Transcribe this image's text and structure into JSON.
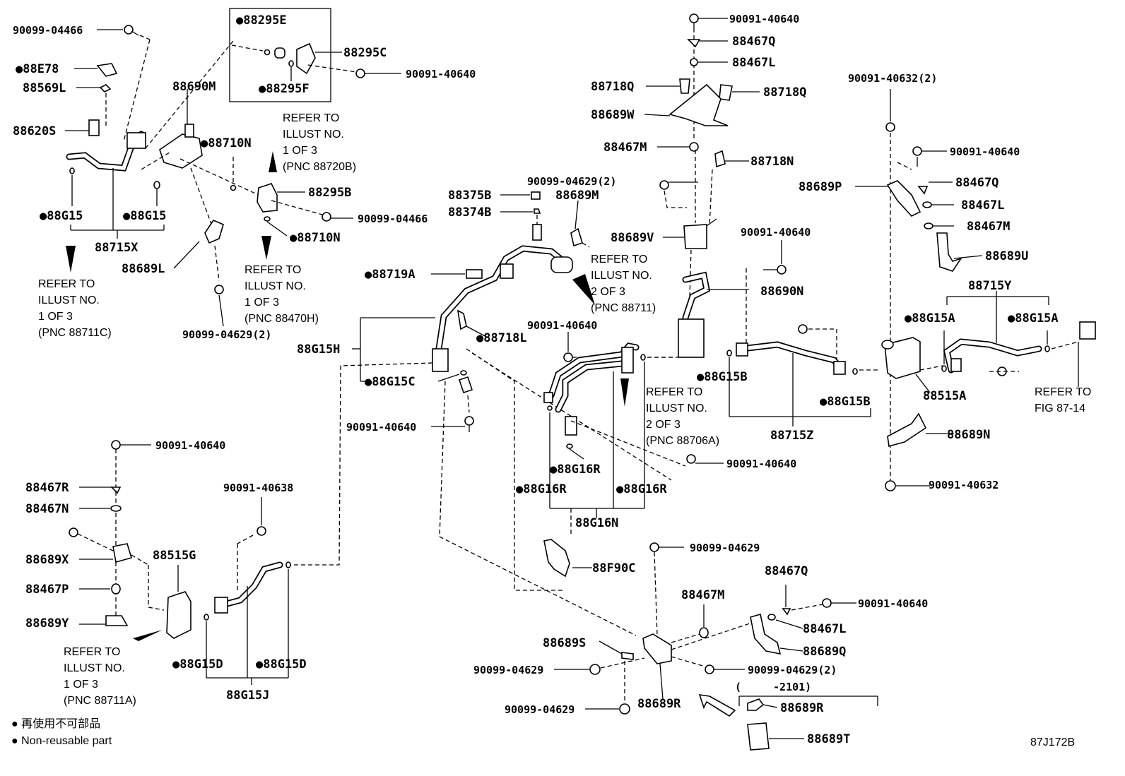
{
  "labels": {
    "l01": "90099-04466",
    "l02": "●88E78",
    "l03": "88569L",
    "l04": "88620S",
    "l05": "●88G15",
    "l06": "●88G15",
    "l07": "88715X",
    "l08": "88690M",
    "l09": "●88295E",
    "l10": "88295C",
    "l11": "●88295F",
    "l12": "90091-40640",
    "l13": "●88710N",
    "l14": "88295B",
    "l15": "90099-04466",
    "l16": "●88710N",
    "l17": "88689L",
    "l18": "90099-04629(2)",
    "l19": "90091-40640",
    "l20": "88467Q",
    "l21": "88467L",
    "l22": "88718Q",
    "l23": "88718Q",
    "l24": "88689W",
    "l25": "88467M",
    "l26": "88718N",
    "l27": "90099-04629(2)",
    "l28": "88375B",
    "l29": "88689M",
    "l30": "88374B",
    "l31": "88689V",
    "l32": "●88719A",
    "l33": "90091-40640",
    "l34": "88690N",
    "l35": "88G15H",
    "l36": "●88718L",
    "l37": "90091-40640",
    "l38": "●88G15C",
    "l39": "90091-40640",
    "l40": "●88G15B",
    "l41": "●88G15B",
    "l42": "88715Z",
    "l43": "●88G16R",
    "l44": "●88G16R",
    "l45": "●88G16R",
    "l46": "88G16N",
    "l47": "90091-40640",
    "l48": "88F90C",
    "l49": "90091-40632(2)",
    "l50": "90091-40640",
    "l51": "88689P",
    "l52": "88467Q",
    "l53": "88467L",
    "l54": "88467M",
    "l55": "88689U",
    "l56": "88715Y",
    "l57": "●88G15A",
    "l58": "●88G15A",
    "l59": "88515A",
    "l60": "88689N",
    "l61": "90091-40632",
    "l62": "90091-40640",
    "l63": "88467R",
    "l64": "88467N",
    "l65": "88689X",
    "l66": "88515G",
    "l67": "88467P",
    "l68": "88689Y",
    "l69": "90091-40638",
    "l70": "●88G15D",
    "l71": "●88G15D",
    "l72": "88G15J",
    "l73": "90099-04629",
    "l74": "88467Q",
    "l75": "90091-40640",
    "l76": "88467M",
    "l77": "88467L",
    "l78": "88689Q",
    "l79": "88689S",
    "l80": "90099-04629(2)",
    "l81": "90099-04629",
    "l82": "90099-04629",
    "l83": "88689R",
    "l84": "(　　　-2101)",
    "l85": "88689R",
    "l86": "88689T"
  },
  "refs": {
    "r1": [
      "REFER TO",
      "ILLUST NO.",
      "1 OF 3",
      "(PNC 88720B)"
    ],
    "r2": [
      "REFER TO",
      "ILLUST NO.",
      "1 OF 3",
      "(PNC 88711C)"
    ],
    "r3": [
      "REFER TO",
      "ILLUST NO.",
      "1 OF 3",
      "(PNC 88470H)"
    ],
    "r4": [
      "REFER TO",
      "ILLUST NO.",
      "2 OF 3",
      "(PNC 88711)"
    ],
    "r5": [
      "REFER TO",
      "ILLUST NO.",
      "2 OF 3",
      "(PNC 88706A)"
    ],
    "r6": [
      "REFER TO",
      "FIG 87-14"
    ],
    "r7": [
      "REFER TO",
      "ILLUST NO.",
      "1 OF 3",
      "(PNC 88711A)"
    ]
  },
  "legend": {
    "jp": "● 再使用不可部品",
    "en": "● Non-reusable part"
  },
  "figure_code": "87J172B"
}
